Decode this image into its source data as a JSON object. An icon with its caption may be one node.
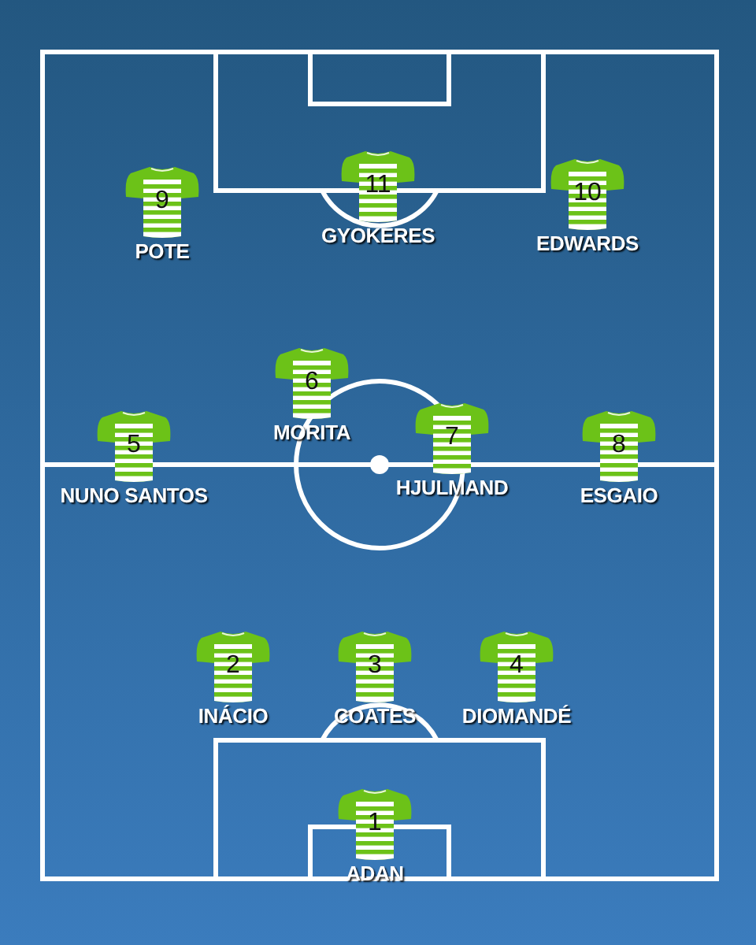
{
  "diagram": {
    "nodes": [
      {
        "text": [
          "9"
        ],
        "beside": [
          "POTE"
        ]
      },
      {
        "text": [
          "11"
        ],
        "beside": [
          "GYOKERES"
        ]
      },
      {
        "text": [
          "10"
        ],
        "beside": [
          "EDWARDS"
        ]
      },
      {
        "text": [
          "6"
        ],
        "beside": [
          "MORITA"
        ]
      },
      {
        "text": [
          "5"
        ],
        "beside": [
          "NUNO SANTOS"
        ]
      },
      {
        "text": [
          "7"
        ],
        "beside": [
          "HJULMAND"
        ]
      },
      {
        "text": [
          "8"
        ],
        "beside": [
          "ESGAIO"
        ]
      },
      {
        "text": [
          "2"
        ],
        "beside": [
          "INÁCIO"
        ]
      },
      {
        "text": [
          "3"
        ],
        "beside": [
          "COATES"
        ]
      },
      {
        "text": [
          "4"
        ],
        "beside": [
          "DIOMANDÉ"
        ]
      },
      {
        "text": [
          "1"
        ],
        "beside": [
          "ADAN"
        ]
      }
    ]
  }
}
